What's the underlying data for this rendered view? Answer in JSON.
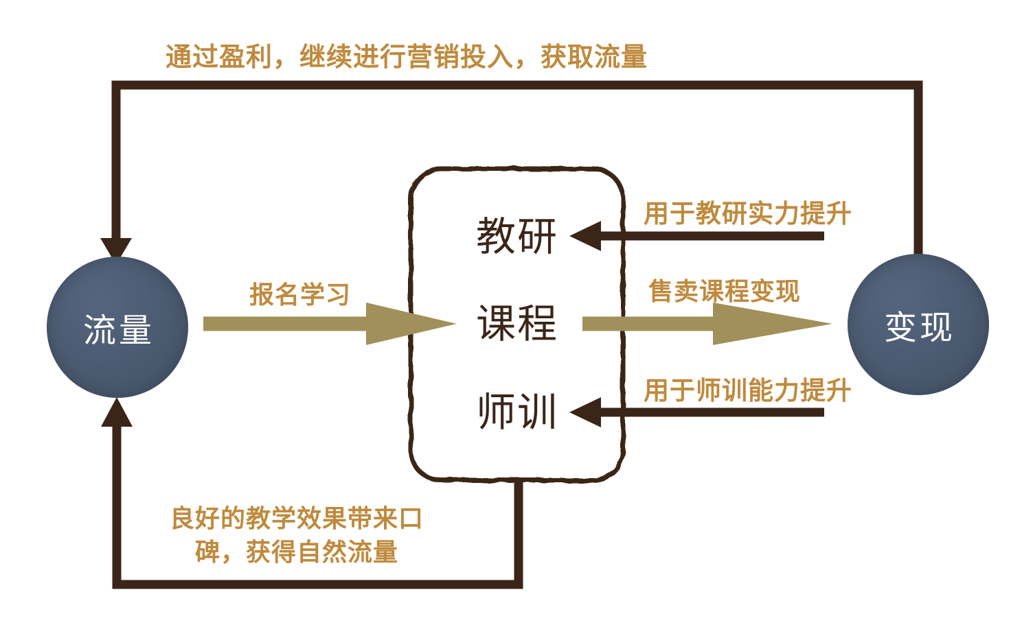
{
  "colors": {
    "dark_brown": "#3B2518",
    "orange": "#BF8A3E",
    "olive": "#A2905A",
    "node_fill": "#49586D",
    "node_text": "#FFFFFF",
    "background": "#FFFFFF"
  },
  "nodes": {
    "traffic": {
      "label": "流量"
    },
    "monetization": {
      "label": "变现"
    },
    "core_box": {
      "items": [
        {
          "label": "教研"
        },
        {
          "label": "课程"
        },
        {
          "label": "师训"
        }
      ]
    }
  },
  "edges": {
    "profit_reinvest": {
      "label": "通过盈利，继续进行营销投入，获取流量"
    },
    "signup": {
      "label": "报名学习"
    },
    "research_invest": {
      "label": "用于教研实力提升"
    },
    "sell_courses": {
      "label": "售卖课程变现"
    },
    "teacher_training_invest": {
      "label": "用于师训能力提升"
    },
    "word_of_mouth": {
      "label": "良好的教学效果带来口\n碑，获得自然流量"
    }
  }
}
